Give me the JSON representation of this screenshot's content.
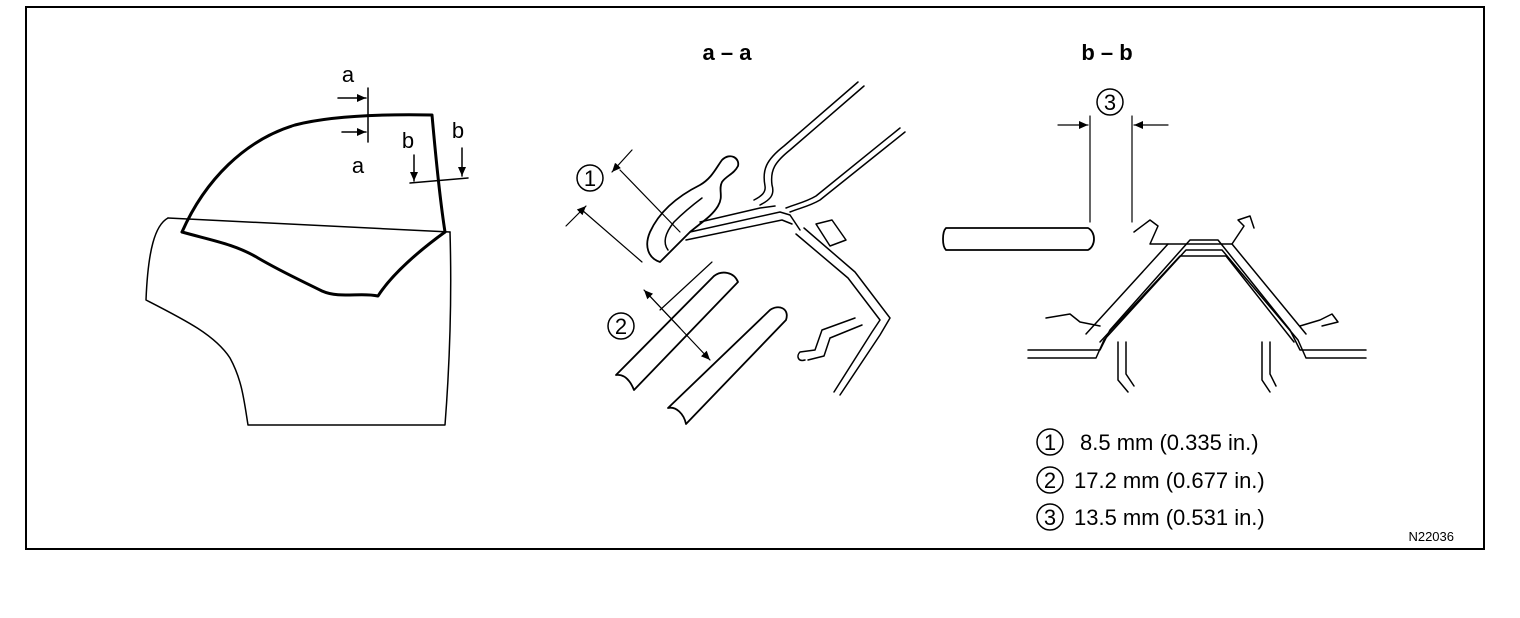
{
  "sections": {
    "left_view": {
      "marker_a_top": "a",
      "marker_a_bottom": "a",
      "marker_b_left": "b",
      "marker_b_right": "b"
    },
    "section_a": {
      "title": "a – a",
      "callout_1": "1",
      "callout_2": "2"
    },
    "section_b": {
      "title": "b – b",
      "callout_3": "3"
    }
  },
  "legend": [
    {
      "num": "1",
      "text": "8.5 mm (0.335 in.)"
    },
    {
      "num": "2",
      "text": "17.2 mm (0.677 in.)"
    },
    {
      "num": "3",
      "text": "13.5 mm (0.531 in.)"
    }
  ],
  "figure_code": "N22036"
}
